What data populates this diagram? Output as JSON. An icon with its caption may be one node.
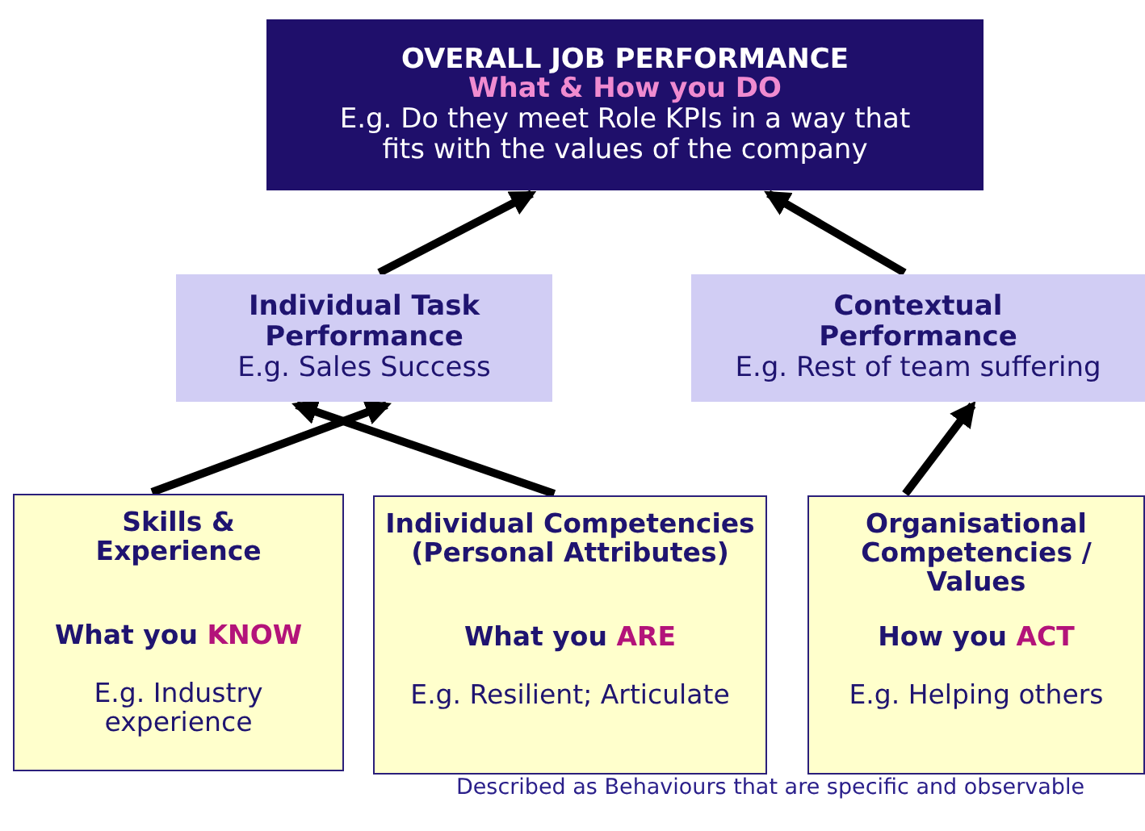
{
  "diagram": {
    "nodes": [
      {
        "text": [
          "OVERALL JOB PERFORMANCE",
          "What & How you DO",
          "E.g. Do they meet Role KPIs in a way that fits with the values of the company"
        ]
      },
      {
        "text": [
          "Individual Task Performance",
          "E.g. Sales Success"
        ]
      },
      {
        "text": [
          "Contextual Performance",
          "E.g. Rest of team suffering"
        ]
      },
      {
        "text": [
          "Skills & Experience",
          "What you **KNOW**",
          "E.g. Industry experience"
        ]
      },
      {
        "text": [
          "Individual Competencies (Personal Attributes)",
          "What you **ARE**",
          "E.g. Resilient; Articulate"
        ]
      },
      {
        "text": [
          "Organisational Competencies / Values",
          "How you **ACT**",
          "E.g. Helping others"
        ]
      }
    ],
    "edges": [
      {
        "from": 1,
        "to": 0,
        "arrow": "to"
      },
      {
        "from": 2,
        "to": 0,
        "arrow": "to"
      },
      {
        "from": 3,
        "to": 1,
        "arrow": "to"
      },
      {
        "from": 4,
        "to": 1,
        "arrow": "to"
      },
      {
        "from": 5,
        "to": 2,
        "arrow": "to"
      }
    ],
    "labels": [
      "Described as Behaviours that are specific and observable"
    ]
  }
}
